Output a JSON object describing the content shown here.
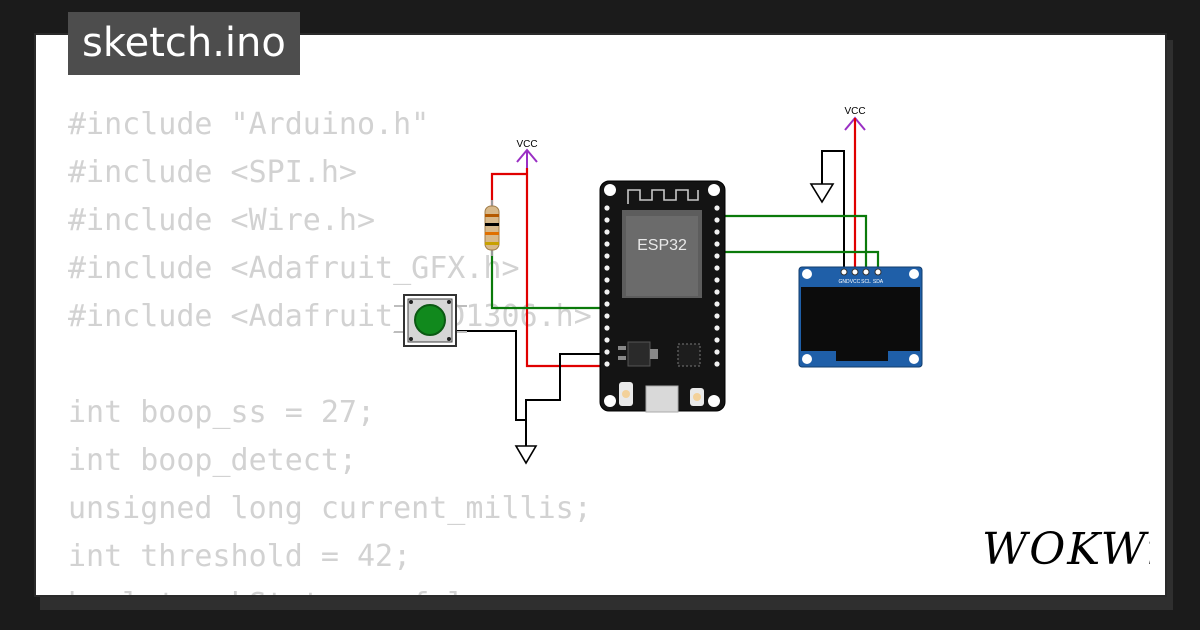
{
  "tab": {
    "title": "sketch.ino"
  },
  "code_lines": [
    "#include \"Arduino.h\"",
    "#include <SPI.h>",
    "#include <Wire.h>",
    "#include <Adafruit_GFX.h>",
    "#include <Adafruit_SSD1306.h>",
    "",
    "int boop_ss = 27;",
    "int boop_detect;",
    "unsigned long current_millis;",
    "int threshold = 42;",
    "bool trackStatus = false;"
  ],
  "circuit": {
    "vcc_left_label": "VCC",
    "vcc_right_label": "VCC",
    "mcu_label": "ESP32",
    "oled_pins": [
      "GND",
      "VCC",
      "SCL",
      "SDA"
    ],
    "wire_colors": {
      "power": "#e00000",
      "ground": "#000000",
      "signal": "#0a7a0a",
      "vcc_symbol": "#9a2fc4"
    }
  },
  "brand": {
    "logo_text": "WOKWi"
  }
}
